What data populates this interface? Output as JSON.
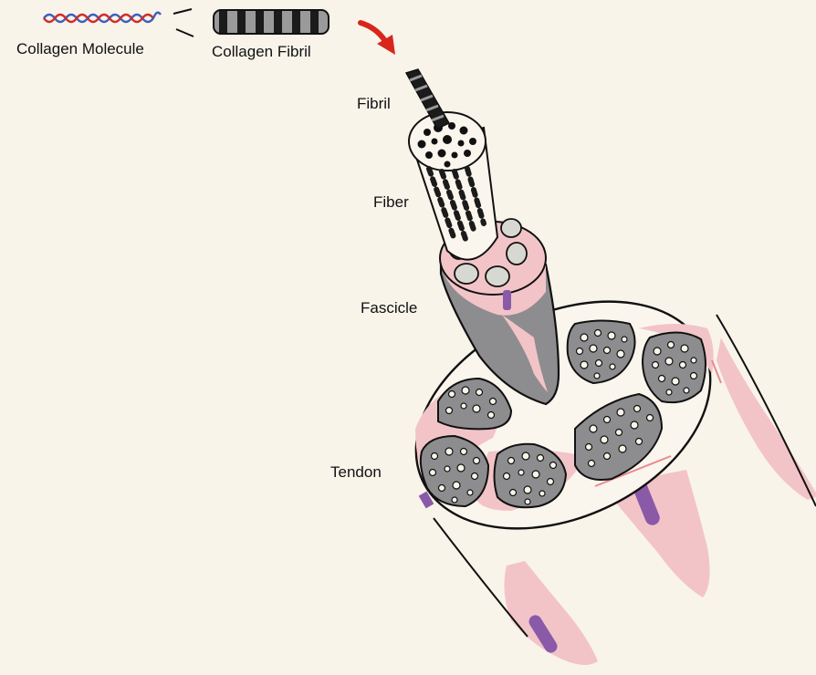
{
  "labels": {
    "collagen_molecule": "Collagen Molecule",
    "collagen_fibril": "Collagen Fibril",
    "fibril": "Fibril",
    "fiber": "Fiber",
    "fascicle": "Fascicle",
    "tendon": "Tendon"
  },
  "colors": {
    "background": "#f8f4ea",
    "tissue_pink": "#f2c4c8",
    "fascicle_gray": "#8d8d8f",
    "cell_purple": "#8a5aa8",
    "helix_red": "#d02c2c",
    "helix_blue": "#3d5fbf",
    "arrow_red": "#d8261c",
    "outline": "#111111"
  },
  "icons": [
    "collagen-helix-icon",
    "striated-fibril-icon",
    "curved-arrow-icon"
  ]
}
